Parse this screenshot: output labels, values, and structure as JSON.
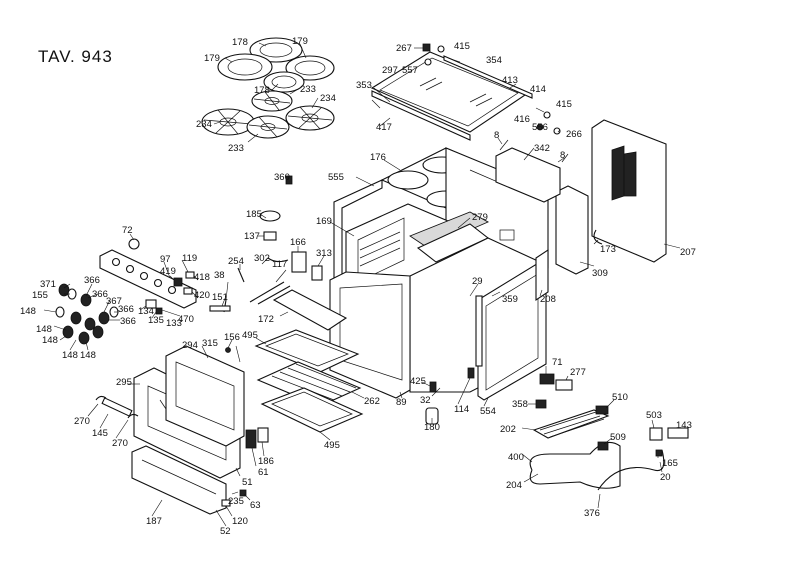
{
  "title": "TAV. 943",
  "labels": {
    "p178a": "178",
    "p179a": "179",
    "p179b": "179",
    "p178b": "178",
    "p233a": "233",
    "p234a": "234",
    "p234b": "234",
    "p233b": "233",
    "p267": "267",
    "p415a": "415",
    "p354": "354",
    "p297": "297",
    "p557": "557",
    "p353": "353",
    "p413": "413",
    "p414": "414",
    "p415b": "415",
    "p416": "416",
    "p556": "556",
    "p266": "266",
    "p417": "417",
    "p8a": "8",
    "p342": "342",
    "p8b": "8",
    "p176": "176",
    "p360": "360",
    "p555": "555",
    "p185": "185",
    "p169": "169",
    "p279": "279",
    "p137": "137",
    "p166": "166",
    "p313": "313",
    "p302": "302",
    "p117": "117",
    "p254": "254",
    "p72": "72",
    "p97": "97",
    "p119": "119",
    "p419": "419",
    "p418": "418",
    "p420": "420",
    "p371": "371",
    "p366a": "366",
    "p155": "155",
    "p366b": "366",
    "p367": "367",
    "p148a": "148",
    "p134": "134",
    "p366c": "366",
    "p135": "135",
    "p133": "133",
    "p470": "470",
    "p366d": "366",
    "p148b": "148",
    "p148c": "148",
    "p148d": "148",
    "p148e": "148",
    "p38": "38",
    "p151": "151",
    "p172": "172",
    "p29": "29",
    "p359": "359",
    "p208": "208",
    "p173": "173",
    "p309": "309",
    "p207": "207",
    "p156": "156",
    "p315": "315",
    "p294": "294",
    "p495a": "495",
    "p295": "295",
    "p262": "262",
    "p425": "425",
    "p89": "89",
    "p32": "32",
    "p114": "114",
    "p554": "554",
    "p71": "71",
    "p277": "277",
    "p358": "358",
    "p510": "510",
    "p180": "180",
    "p270a": "270",
    "p145": "145",
    "p270b": "270",
    "p186": "186",
    "p495b": "495",
    "p61": "61",
    "p51": "51",
    "p202": "202",
    "p509": "509",
    "p503": "503",
    "p143": "143",
    "p400": "400",
    "p165": "165",
    "p20": "20",
    "p204": "204",
    "p235": "235",
    "p63": "63",
    "p187": "187",
    "p120": "120",
    "p52": "52",
    "p376": "376"
  }
}
